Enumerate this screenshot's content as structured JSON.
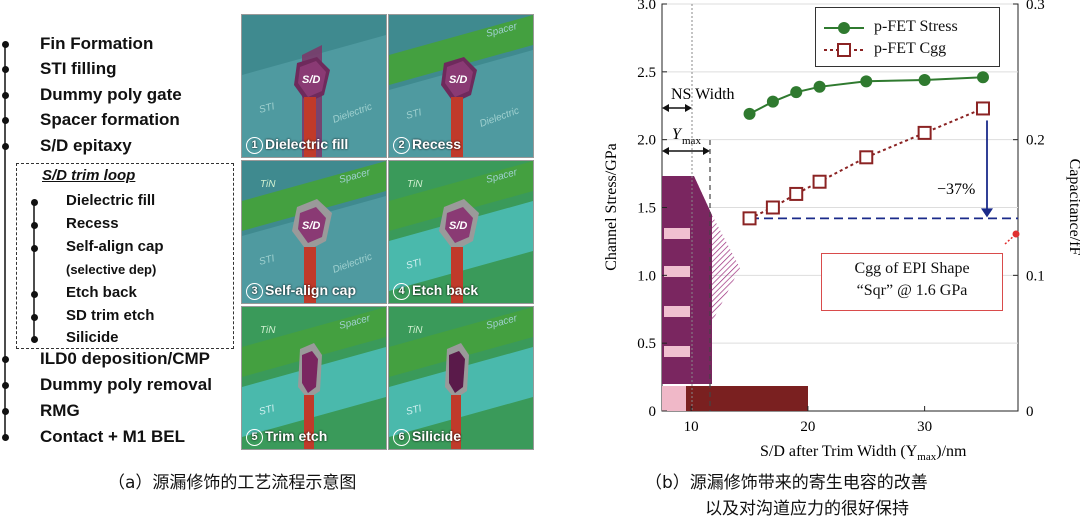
{
  "panel_a": {
    "steps_top": [
      "Fin Formation",
      "STI filling",
      "Dummy poly gate",
      "Spacer formation",
      "S/D epitaxy"
    ],
    "loop_title": "S/D trim loop",
    "loop_steps": [
      "Dielectric fill",
      "Recess",
      "Self-align cap",
      "(selective dep)",
      "Etch back",
      "SD trim etch",
      "Silicide"
    ],
    "steps_bottom": [
      "ILD0 deposition/CMP",
      "Dummy poly removal",
      "RMG",
      "Contact + M1 BEL"
    ],
    "tiles": [
      {
        "num": "1",
        "label": "Dielectric fill"
      },
      {
        "num": "2",
        "label": "Recess"
      },
      {
        "num": "3",
        "label": "Self-align cap"
      },
      {
        "num": "4",
        "label": "Etch back"
      },
      {
        "num": "5",
        "label": "Trim etch"
      },
      {
        "num": "6",
        "label": "Silicide"
      }
    ],
    "tile_texts": {
      "sd": "S/D",
      "sti": "STI",
      "dielectric": "Dielectric",
      "spacer": "Spacer",
      "tin": "TiN"
    },
    "caption": "（a）源漏修饰的工艺流程示意图"
  },
  "panel_b": {
    "chart_data": {
      "type": "line",
      "xlabel": "S/D after Trim Width (Y",
      "xlabel_sub": "max",
      "xlabel_end": ")/nm",
      "ylabel_left": "Channel Stress/GPa",
      "ylabel_right": "Capacitance/fF",
      "xlim": [
        7.5,
        38
      ],
      "ylim_left": [
        0,
        3.0
      ],
      "ylim_right": [
        0,
        0.3
      ],
      "x_ticks": [
        "10",
        "20",
        "30"
      ],
      "y_left_ticks": [
        "0",
        "0.5",
        "1.0",
        "1.5",
        "2.0",
        "2.5",
        "3.0"
      ],
      "y_right_ticks": [
        "0",
        "0.1",
        "0.2",
        "0.3"
      ],
      "series": [
        {
          "name": "p-FET Stress",
          "axis": "left",
          "x": [
            15,
            17,
            19,
            21,
            25,
            30,
            35
          ],
          "values": [
            2.19,
            2.28,
            2.35,
            2.39,
            2.43,
            2.44,
            2.46
          ],
          "color": "#2f7a2f"
        },
        {
          "name": "p-FET Cgg",
          "axis": "right",
          "x": [
            15,
            17,
            19,
            21,
            25,
            30,
            35
          ],
          "values": [
            0.142,
            0.15,
            0.16,
            0.169,
            0.187,
            0.205,
            0.223
          ],
          "color": "#8b2323"
        }
      ],
      "reference_value": 0.142,
      "reduction_label": "−37%",
      "annotations": {
        "ns_width": "NS Width",
        "ymax": "Y",
        "ymax_sub": "max",
        "box_line1": "Cgg of EPI Shape",
        "box_line2": "“Sqr” @ 1.6 GPa"
      }
    },
    "caption_line1": "（b）源漏修饰带来的寄生电容的改善",
    "caption_line2": "以及对沟道应力的很好保持"
  },
  "colors": {
    "stress": "#2f7a2f",
    "cgg": "#8b2323",
    "ref_line": "#1a2a8a",
    "anno_border": "#d94b4b",
    "structure": "#7a2660",
    "gate_block": "#7a2020"
  }
}
